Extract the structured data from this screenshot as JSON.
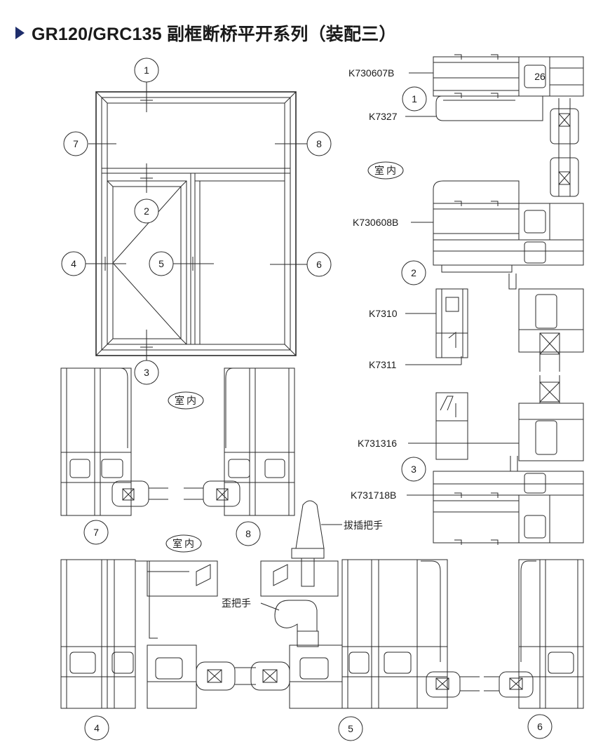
{
  "title": "GR120/GRC135 副框断桥平开系列（装配三）",
  "colors": {
    "accent": "#1e2d6b",
    "line": "#2a2a2a"
  },
  "markers": {
    "elevation": [
      "1",
      "2",
      "3",
      "4",
      "5",
      "6",
      "7",
      "8"
    ],
    "detail": [
      "1",
      "2",
      "3",
      "7",
      "8",
      "4",
      "5",
      "6"
    ]
  },
  "room_labels": {
    "indoor": "室内"
  },
  "part_labels": [
    "K730607B",
    "K7327",
    "K730608B",
    "K7310",
    "K7311",
    "K731316",
    "K731718B"
  ],
  "dimension": "26",
  "hardware": {
    "push_handle": "拔插把手",
    "crank_handle": "歪把手"
  }
}
